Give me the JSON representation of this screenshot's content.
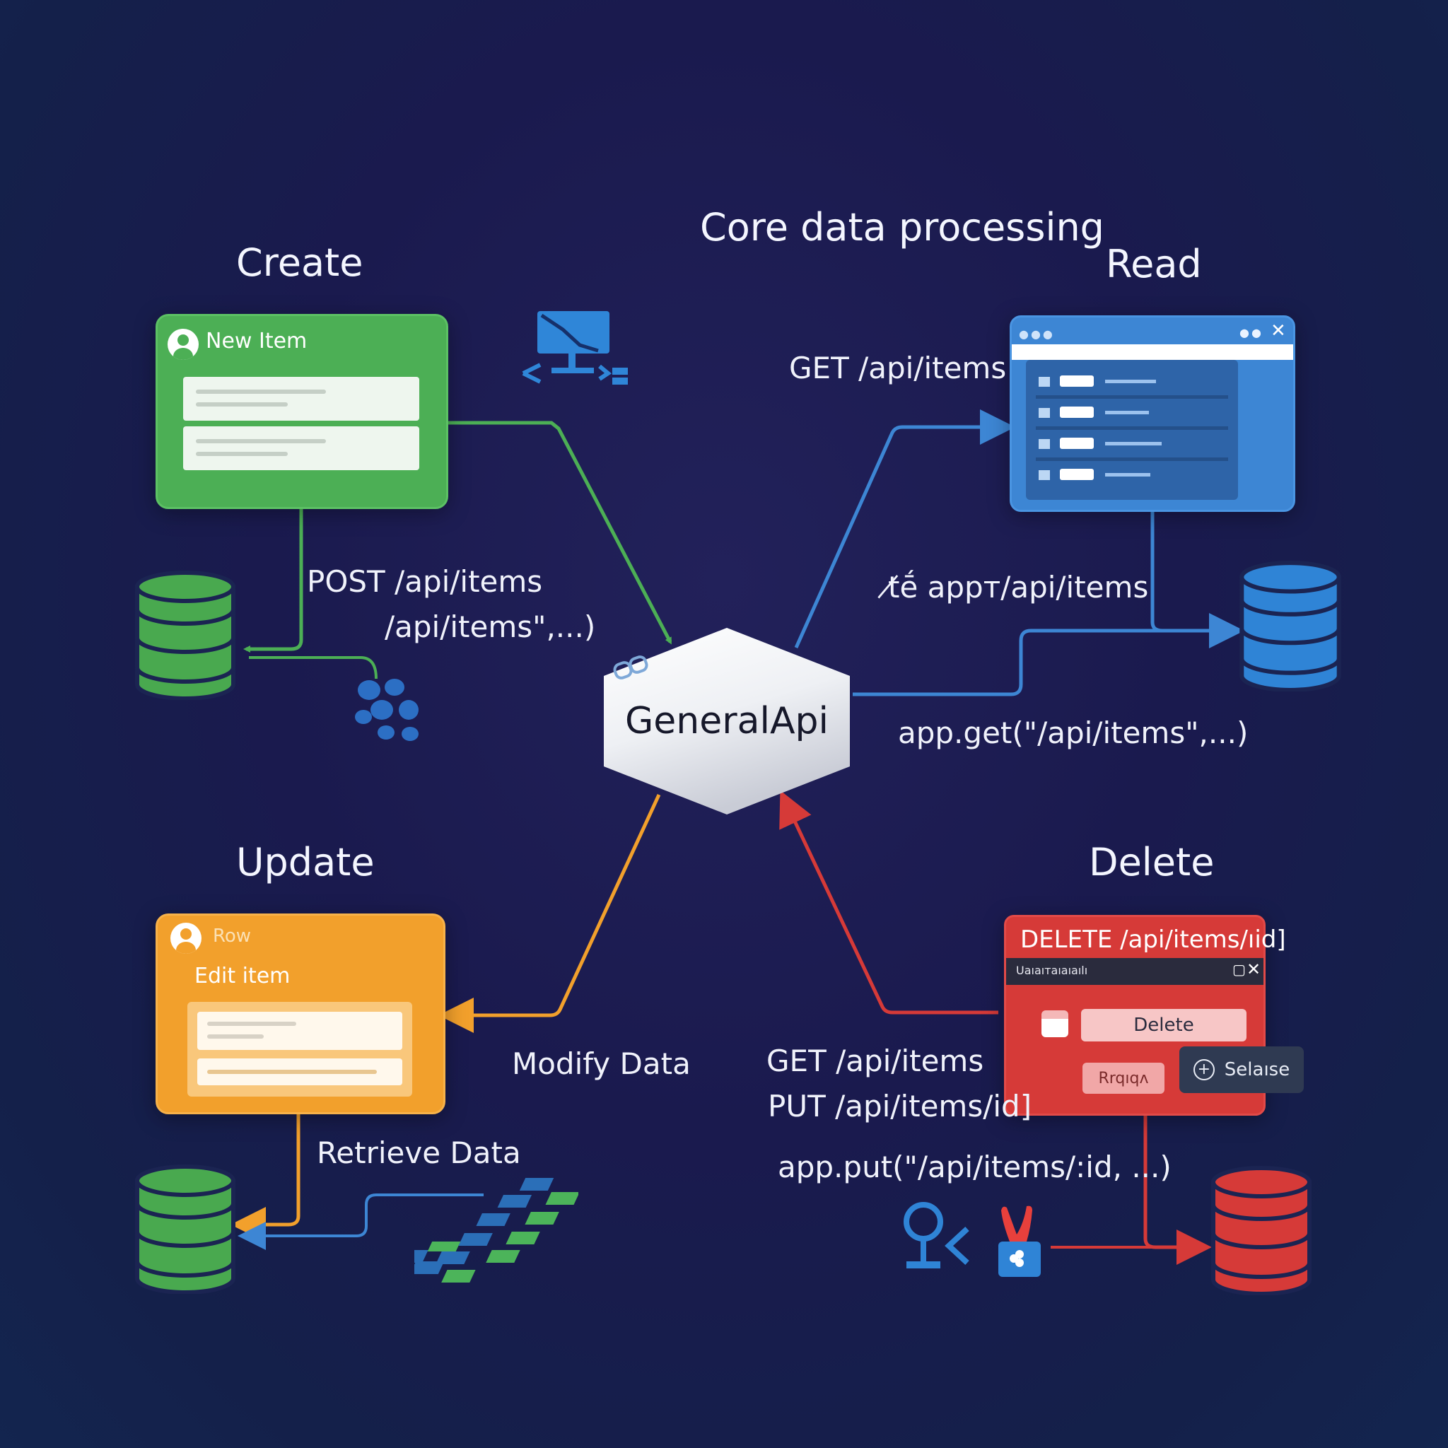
{
  "title": "Core data processing",
  "center": {
    "label": "GeneralApi"
  },
  "create": {
    "heading": "Create",
    "card_title": "New Item",
    "route_label": "POST /api/items",
    "route_label_2": "/api/items\",...)"
  },
  "read": {
    "heading": "Read",
    "route_label": "GET /api/items",
    "route_label_2": "t̸ḗ appт/api/items",
    "code_label": "app.get(\"/api/items\",...)"
  },
  "update": {
    "heading": "Update",
    "card_header": "Row",
    "card_title": "Edit item",
    "modify_label": "Modify Data",
    "retrieve_label": "Retrieve Data"
  },
  "delete": {
    "heading": "Delete",
    "card_title": "DELETE /api/items/ıid]",
    "window_title": "Uaıaıтaıaıaılı",
    "delete_button": "Delete",
    "secondary_button": "Rrqıqʌ",
    "select_button": "Selaıse",
    "get_label": "GET /api/items",
    "put_label": "PUT /api/items/id]",
    "code_label": "app.put(\"/api/items/:id, ...)"
  },
  "colors": {
    "create": "#4caf55",
    "read": "#3d86d4",
    "update": "#f2a02c",
    "delete": "#d63a38",
    "background": "#1a1a4e"
  },
  "icons": [
    "user-icon",
    "database-icon",
    "monitor-icon",
    "puzzle-icon",
    "blocks-icon",
    "person-icon",
    "hand-icon",
    "close-icon"
  ]
}
